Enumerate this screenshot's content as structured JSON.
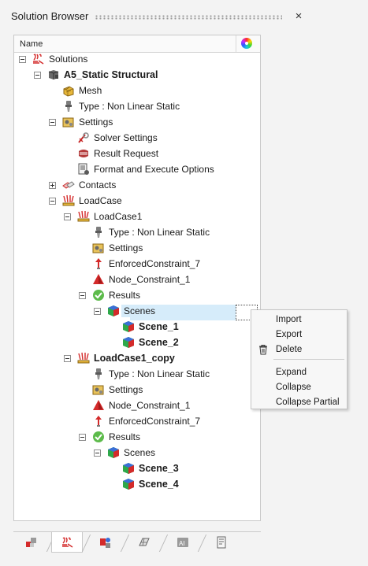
{
  "panel": {
    "title": "Solution Browser",
    "close_glyph": "×"
  },
  "tree": {
    "column_name": "Name",
    "column_icon": "color-wheel-icon",
    "rows": [
      {
        "label": "Solutions",
        "icon": "solutions-icon",
        "expander": "minus",
        "bold": false
      },
      {
        "label": "A5_Static Structural",
        "icon": "analysis-icon",
        "expander": "minus",
        "bold": true
      },
      {
        "label": "Mesh",
        "icon": "mesh-icon",
        "expander": "none",
        "bold": false
      },
      {
        "label": "Type : Non Linear Static",
        "icon": "type-icon",
        "expander": "none",
        "bold": false
      },
      {
        "label": "Settings",
        "icon": "settings-icon",
        "expander": "minus",
        "bold": false
      },
      {
        "label": "Solver Settings",
        "icon": "solver-settings-icon",
        "expander": "none",
        "bold": false
      },
      {
        "label": "Result Request",
        "icon": "result-request-icon",
        "expander": "none",
        "bold": false
      },
      {
        "label": "Format and Execute Options",
        "icon": "format-execute-icon",
        "expander": "none",
        "bold": false
      },
      {
        "label": "Contacts",
        "icon": "contacts-icon",
        "expander": "plus",
        "bold": false
      },
      {
        "label": "LoadCase",
        "icon": "loadcase-icon",
        "expander": "minus",
        "bold": false
      },
      {
        "label": "LoadCase1",
        "icon": "loadcase-icon",
        "expander": "minus",
        "bold": false
      },
      {
        "label": "Type : Non Linear Static",
        "icon": "type-icon",
        "expander": "none",
        "bold": false
      },
      {
        "label": "Settings",
        "icon": "settings-icon",
        "expander": "none",
        "bold": false
      },
      {
        "label": "EnforcedConstraint_7",
        "icon": "enforced-constraint-icon",
        "expander": "none",
        "bold": false
      },
      {
        "label": "Node_Constraint_1",
        "icon": "node-constraint-icon",
        "expander": "none",
        "bold": false
      },
      {
        "label": "Results",
        "icon": "results-check-icon",
        "expander": "minus",
        "bold": false
      },
      {
        "label": "Scenes",
        "icon": "scenes-icon",
        "expander": "minus",
        "bold": false,
        "selected": true
      },
      {
        "label": "Scene_1",
        "icon": "scene-icon",
        "expander": "none",
        "bold": true
      },
      {
        "label": "Scene_2",
        "icon": "scene-icon",
        "expander": "none",
        "bold": true
      },
      {
        "label": "LoadCase1_copy",
        "icon": "loadcase-icon",
        "expander": "minus",
        "bold": true
      },
      {
        "label": "Type : Non Linear Static",
        "icon": "type-icon",
        "expander": "none",
        "bold": false
      },
      {
        "label": "Settings",
        "icon": "settings-icon",
        "expander": "none",
        "bold": false
      },
      {
        "label": "Node_Constraint_1",
        "icon": "node-constraint-icon",
        "expander": "none",
        "bold": false
      },
      {
        "label": "EnforcedConstraint_7",
        "icon": "enforced-constraint-icon",
        "expander": "none",
        "bold": false
      },
      {
        "label": "Results",
        "icon": "results-check-icon",
        "expander": "minus",
        "bold": false
      },
      {
        "label": "Scenes",
        "icon": "scenes-icon",
        "expander": "minus",
        "bold": false
      },
      {
        "label": "Scene_3",
        "icon": "scene-icon",
        "expander": "none",
        "bold": true
      },
      {
        "label": "Scene_4",
        "icon": "scene-icon",
        "expander": "none",
        "bold": true
      }
    ]
  },
  "context_menu": {
    "items": [
      {
        "label": "Import",
        "icon": ""
      },
      {
        "label": "Export",
        "icon": ""
      },
      {
        "label": "Delete",
        "icon": "trash-icon"
      },
      {
        "label": "Expand",
        "icon": ""
      },
      {
        "label": "Collapse",
        "icon": ""
      },
      {
        "label": "Collapse Partial",
        "icon": ""
      }
    ]
  },
  "bottom_tabs": [
    {
      "name": "model-browser-tab",
      "icon": "parts-icon",
      "active": false
    },
    {
      "name": "solution-browser-tab",
      "icon": "solutions-icon",
      "active": true
    },
    {
      "name": "entity-browser-tab",
      "icon": "entities-icon",
      "active": false
    },
    {
      "name": "mesh-browser-tab",
      "icon": "mesh-grid-icon",
      "active": false
    },
    {
      "name": "ai-browser-tab",
      "icon": "ai-icon",
      "active": false
    },
    {
      "name": "report-browser-tab",
      "icon": "report-icon",
      "active": false
    }
  ],
  "colors": {
    "selection": "#d6ecfa",
    "panel_bg": "#f3f3f3"
  }
}
